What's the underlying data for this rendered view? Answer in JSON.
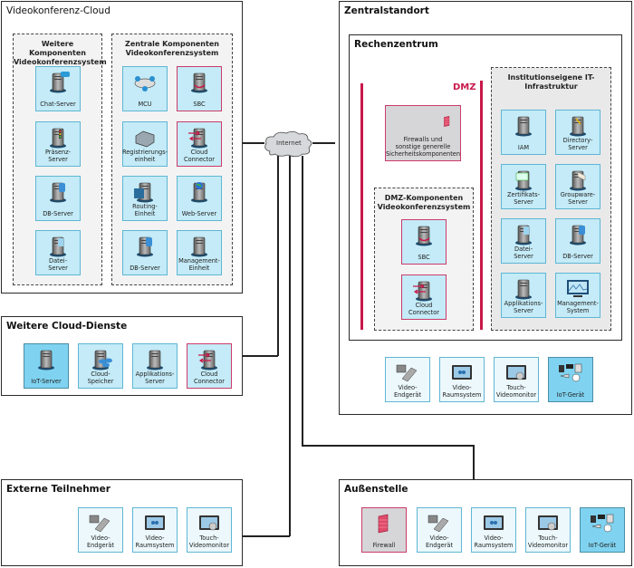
{
  "videokonferenz_cloud": {
    "title": "Videokonferenz-Cloud",
    "weitere": {
      "title": "Weitere Komponenten Videokonferenzsystem",
      "items": [
        {
          "label": "Chat-Server",
          "icon": "chat-server-icon"
        },
        {
          "label": "Präsenz-\nServer",
          "icon": "presence-server-icon"
        },
        {
          "label": "DB-Server",
          "icon": "database-server-icon"
        },
        {
          "label": "Datei-\nServer",
          "icon": "file-server-icon"
        }
      ]
    },
    "zentrale": {
      "title": "Zentrale Komponenten Videokonferenzsystem",
      "items": [
        {
          "label": "MCU",
          "icon": "mcu-icon"
        },
        {
          "label": "SBC",
          "icon": "sbc-icon"
        },
        {
          "label": "Registrierungs-\neinheit",
          "icon": "registration-unit-icon"
        },
        {
          "label": "Cloud\nConnector",
          "icon": "cloud-connector-icon"
        },
        {
          "label": "Routing-\nEinheit",
          "icon": "routing-unit-icon"
        },
        {
          "label": "Web-Server",
          "icon": "web-server-icon"
        },
        {
          "label": "DB-Server",
          "icon": "database-server-icon"
        },
        {
          "label": "Management-\nEinheit",
          "icon": "management-unit-icon"
        }
      ]
    }
  },
  "weitere_cloud_dienste": {
    "title": "Weitere Cloud-Dienste",
    "items": [
      {
        "label": "IoT-Server",
        "icon": "iot-server-icon"
      },
      {
        "label": "Cloud-\nSpeicher",
        "icon": "cloud-storage-icon"
      },
      {
        "label": "Applikations-\nServer",
        "icon": "application-server-icon"
      },
      {
        "label": "Cloud\nConnector",
        "icon": "cloud-connector-icon"
      }
    ]
  },
  "externe_teilnehmer": {
    "title": "Externe Teilnehmer",
    "items": [
      {
        "label": "Video-\nEndgerät",
        "icon": "video-endpoint-icon"
      },
      {
        "label": "Video-\nRaumsystem",
        "icon": "video-room-system-icon"
      },
      {
        "label": "Touch-\nVideomonitor",
        "icon": "touch-video-monitor-icon"
      }
    ]
  },
  "internet": {
    "label": "Internet"
  },
  "zentralstandort": {
    "title": "Zentralstandort",
    "rechenzentrum": {
      "title": "Rechenzentrum",
      "dmz_label": "DMZ",
      "firewall": {
        "label": "Firewalls und\nsonstige generelle\nSicherheitskomponenten"
      },
      "dmz_komponenten": {
        "title": "DMZ-Komponenten Videokonferenzsystem",
        "items": [
          {
            "label": "SBC",
            "icon": "sbc-icon"
          },
          {
            "label": "Cloud\nConnector",
            "icon": "cloud-connector-icon"
          }
        ]
      },
      "it_infrastruktur": {
        "title": "Institutionseigene IT-\nInfrastruktur",
        "items": [
          {
            "label": "IAM",
            "icon": "iam-server-icon"
          },
          {
            "label": "Directory-\nServer",
            "icon": "directory-server-icon"
          },
          {
            "label": "Zertifikats-\nServer",
            "icon": "certificate-server-icon"
          },
          {
            "label": "Groupware-\nServer",
            "icon": "groupware-server-icon"
          },
          {
            "label": "Datei-\nServer",
            "icon": "file-server-icon"
          },
          {
            "label": "DB-Server",
            "icon": "database-server-icon"
          },
          {
            "label": "Applikations-\nServer",
            "icon": "application-server-icon"
          },
          {
            "label": "Management-\nSystem",
            "icon": "management-system-icon"
          }
        ]
      }
    },
    "endgeraete": [
      {
        "label": "Video-\nEndgerät",
        "icon": "video-endpoint-icon"
      },
      {
        "label": "Video-\nRaumsystem",
        "icon": "video-room-system-icon"
      },
      {
        "label": "Touch-\nVideomonitor",
        "icon": "touch-video-monitor-icon"
      },
      {
        "label": "IoT-Gerät",
        "icon": "iot-device-icon"
      }
    ]
  },
  "aussenstelle": {
    "title": "Außenstelle",
    "items": [
      {
        "label": "Firewall",
        "icon": "firewall-icon"
      },
      {
        "label": "Video-\nEndgerät",
        "icon": "video-endpoint-icon"
      },
      {
        "label": "Video-\nRaumsystem",
        "icon": "video-room-system-icon"
      },
      {
        "label": "Touch-\nVideomonitor",
        "icon": "touch-video-monitor-icon"
      },
      {
        "label": "IoT-Gerät",
        "icon": "iot-device-icon"
      }
    ]
  },
  "colors": {
    "tile_fill": "#c4ebf7",
    "tile_border": "#5fb6d4",
    "accent_red": "#c8184a",
    "iot_fill": "#7fd3f0"
  }
}
